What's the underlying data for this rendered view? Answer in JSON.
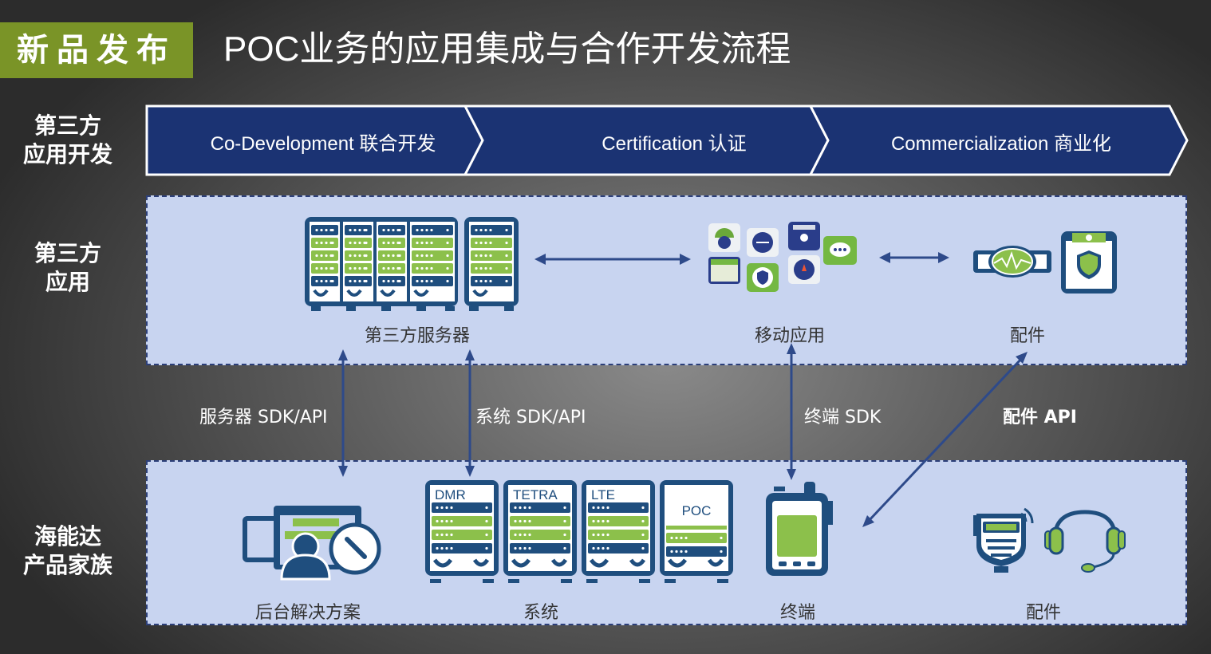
{
  "header": {
    "badge": "新品发布",
    "title": "POC业务的应用集成与合作开发流程"
  },
  "row_labels": {
    "dev_line1": "第三方",
    "dev_line2": "应用开发",
    "apps_line1": "第三方",
    "apps_line2": "应用",
    "family_line1": "海能达",
    "family_line2": "产品家族"
  },
  "process": {
    "steps": [
      {
        "label": "Co-Development 联合开发"
      },
      {
        "label": "Certification 认证"
      },
      {
        "label": "Commercialization 商业化"
      }
    ],
    "colors": {
      "fill": "#1b3373",
      "border": "#ffffff"
    }
  },
  "third_party": {
    "servers": "第三方服务器",
    "mobile_apps": "移动应用",
    "accessories": "配件"
  },
  "interfaces": {
    "server_sdk": "服务器 SDK/API",
    "system_sdk": "系统 SDK/API",
    "terminal_sdk": "终端 SDK",
    "accessory_api": "配件 API"
  },
  "product_family": {
    "backend": "后台解决方案",
    "systems": "系统",
    "system_tags": [
      "DMR",
      "TETRA",
      "LTE",
      "POC"
    ],
    "terminal": "终端",
    "accessories": "配件"
  },
  "colors": {
    "navy": "#1f4e7e",
    "green": "#8cc04b",
    "band": "#c8d4f0",
    "arrow": "#2e4a8a",
    "badge": "#7a9427"
  }
}
